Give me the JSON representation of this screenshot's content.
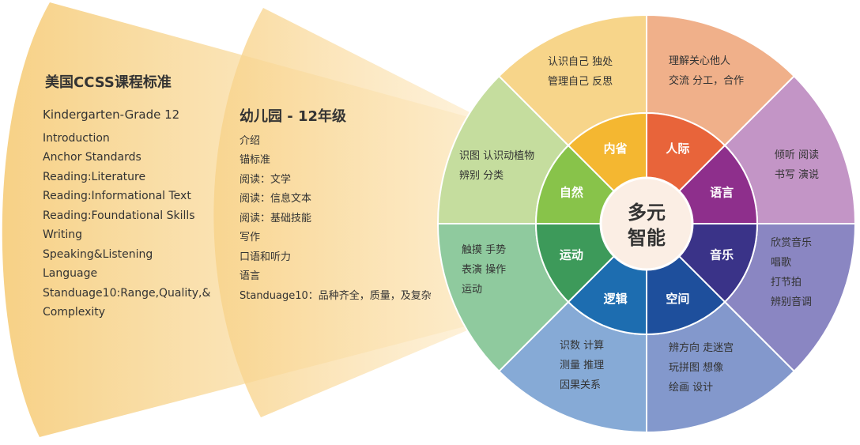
{
  "ccss": {
    "title": "美国CCSS课程标准",
    "subtitle": "Kindergarten-Grade 12",
    "items": [
      "Introduction",
      "Anchor Standards",
      "Reading:Literature",
      "Reading:Informational Text",
      "Reading:Foundational Skills",
      "Writing",
      "Speaking&Listening",
      "Language",
      "Standuage10:Range,Quality,&",
      "Complexity"
    ]
  },
  "kindergarten": {
    "title": "幼儿园 -  12年级",
    "items": [
      "介绍",
      "锚标准",
      "阅读：文学",
      "阅读：信息文本",
      "阅读：基础技能",
      "写作",
      "口语和听力",
      "语言",
      "Standuage10：品种齐全，质量，及复杂"
    ]
  },
  "wheel": {
    "center": [
      "多元",
      "智能"
    ],
    "segments": [
      {
        "name": "人际",
        "color": "#e8643a",
        "outer": "#f0b08a",
        "details": [
          "理解关心他人",
          "交流    分工，合作"
        ]
      },
      {
        "name": "语言",
        "color": "#8e2f8c",
        "outer": "#c395c6",
        "details": [
          "倾听   阅读",
          "书写   演说"
        ]
      },
      {
        "name": "音乐",
        "color": "#3a3388",
        "outer": "#8a86c2",
        "details": [
          "欣赏音乐",
          "唱歌",
          "打节拍",
          "辨别音调"
        ]
      },
      {
        "name": "空间",
        "color": "#1e4f9c",
        "outer": "#8398cc",
        "details": [
          "辨方向   走迷宫",
          "玩拼图   想像",
          "绘画     设计"
        ]
      },
      {
        "name": "逻辑",
        "color": "#1d6db0",
        "outer": "#86aad6",
        "details": [
          "识数    计算",
          "测量    推理",
          "因果关系"
        ]
      },
      {
        "name": "运动",
        "color": "#3d9a5a",
        "outer": "#8fca9e",
        "details": [
          "触摸    手势",
          "表演    操作",
          "运动"
        ]
      },
      {
        "name": "自然",
        "color": "#88c34a",
        "outer": "#c5dd9e",
        "details": [
          "识图   认识动植物",
          "辨别   分类"
        ]
      },
      {
        "name": "内省",
        "color": "#f4b731",
        "outer": "#f7d58a",
        "details": [
          "认识自己   独处",
          "管理自己   反思"
        ]
      }
    ]
  }
}
